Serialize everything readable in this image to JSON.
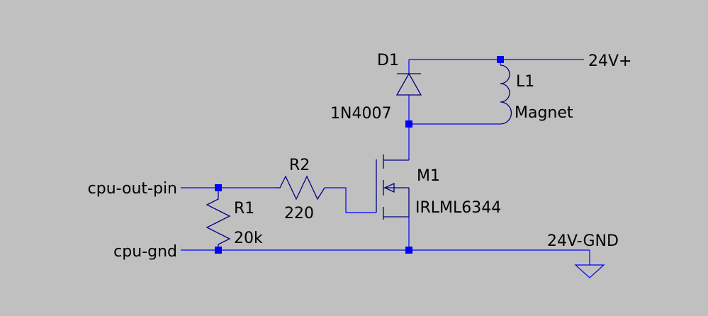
{
  "colors": {
    "background": "#c0c0c0",
    "wire": "#0000ff",
    "component": "#000080",
    "junction": "#0000ff",
    "text": "#000000"
  },
  "nets": {
    "cpu_out_pin": "cpu-out-pin",
    "cpu_gnd": "cpu-gnd",
    "supply_pos": "24V+",
    "supply_gnd": "24V-GND"
  },
  "components": {
    "D1": {
      "ref": "D1",
      "value": "1N4007",
      "type": "diode"
    },
    "L1": {
      "ref": "L1",
      "value": "Magnet",
      "type": "inductor"
    },
    "R2": {
      "ref": "R2",
      "value": "220",
      "type": "resistor"
    },
    "R1": {
      "ref": "R1",
      "value": "20k",
      "type": "resistor"
    },
    "M1": {
      "ref": "M1",
      "value": "IRLML6344",
      "type": "n-channel-mosfet"
    }
  },
  "ground_symbol": "ground-icon"
}
